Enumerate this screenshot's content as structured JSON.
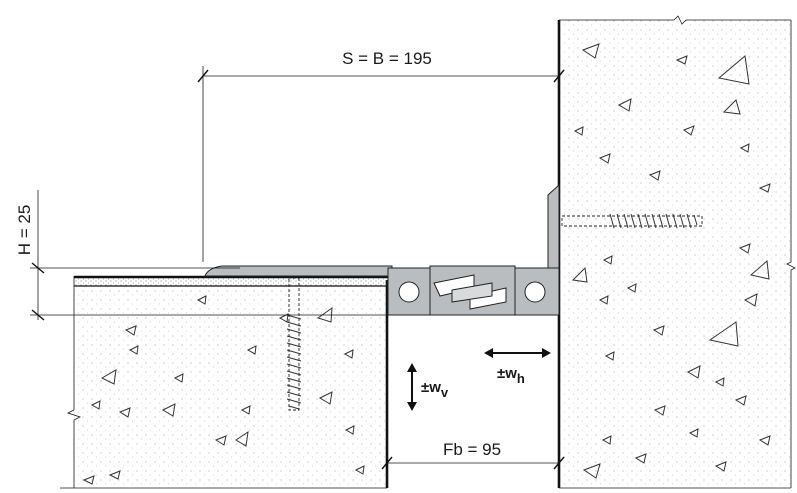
{
  "labels": {
    "span": "S = B = 195",
    "height": "H = 25",
    "gap": "Fb = 95",
    "move_h": "±w",
    "move_h_sub": "h",
    "move_v": "±w",
    "move_v_sub": "v"
  },
  "colors": {
    "profile": "#b9bdc0",
    "concrete": "#f7f7f7",
    "line": "#1a1a1a"
  }
}
